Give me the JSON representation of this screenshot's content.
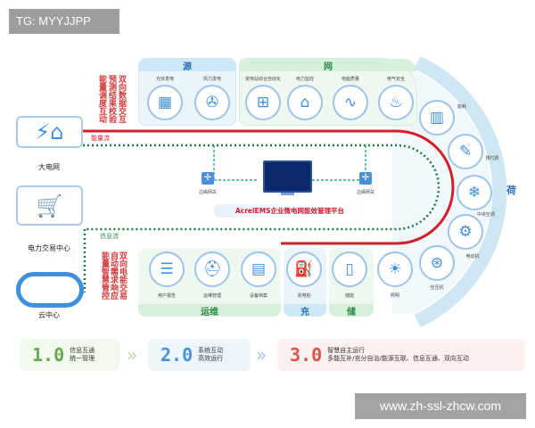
{
  "banner": "TG: MYYJJPP",
  "watermark": "www.zh-ssl-zhcw.com",
  "sections": {
    "source": "源",
    "grid": "网",
    "load": "荷",
    "ops": "运维",
    "charge": "充",
    "storage": "储"
  },
  "source_nodes": [
    {
      "label": "光伏发电",
      "icon": "solar-panel-icon",
      "glyph": "▦"
    },
    {
      "label": "风力发电",
      "icon": "wind-turbine-icon",
      "glyph": "✇"
    }
  ],
  "grid_nodes": [
    {
      "label": "变电站综合自动化",
      "icon": "substation-icon",
      "glyph": "⊞"
    },
    {
      "label": "电力监控",
      "icon": "house-power-icon",
      "glyph": "⌂"
    },
    {
      "label": "电能质量",
      "icon": "waveform-icon",
      "glyph": "∿"
    },
    {
      "label": "电气安全",
      "icon": "fire-icon",
      "glyph": "♨"
    }
  ],
  "load_nodes": [
    {
      "label": "能耗",
      "icon": "building-icon",
      "glyph": "▥"
    },
    {
      "label": "预付费",
      "icon": "card-icon",
      "glyph": "✎"
    },
    {
      "label": "中央空调",
      "icon": "air-conditioner-icon",
      "glyph": "❄"
    },
    {
      "label": "电动机",
      "icon": "motor-icon",
      "glyph": "⚙"
    },
    {
      "label": "空压机",
      "icon": "compressor-icon",
      "glyph": "⊛"
    }
  ],
  "bottom_nodes": [
    {
      "label": "用户报告",
      "icon": "report-icon",
      "glyph": "☰"
    },
    {
      "label": "运维管理",
      "icon": "worker-icon",
      "glyph": "⛑"
    },
    {
      "label": "设备档案",
      "icon": "archive-icon",
      "glyph": "▤"
    },
    {
      "label": "充电桩",
      "icon": "charger-icon",
      "glyph": "⛽"
    },
    {
      "label": "储能",
      "icon": "battery-icon",
      "glyph": "▯"
    },
    {
      "label": "照明",
      "icon": "bulb-icon",
      "glyph": "☀"
    }
  ],
  "left": {
    "grid": "大电网",
    "trade": "电力交易中心",
    "cloud": "云中心"
  },
  "flows": {
    "energy": "能量流",
    "info": "信息流"
  },
  "notes_top": [
    "双向数据交互",
    "预测结果校验",
    "能量调度互动"
  ],
  "notes_bottom": [
    "双向电能交易",
    "自动需求响应",
    "能量智慧管控"
  ],
  "gateway": "边缘网关",
  "platform": "AcrelEMS企业微电网能效管理平台",
  "steps": [
    {
      "num": "1.0",
      "lines": [
        "信息互通",
        "统一管理"
      ]
    },
    {
      "num": "2.0",
      "lines": [
        "系统互动",
        "高效运行"
      ]
    },
    {
      "num": "3.0",
      "lines": [
        "智慧自主运行",
        "多能互补/充分自治/能源互联、信息互通、双向互动"
      ]
    }
  ],
  "colors": {
    "energy": "#d0202a",
    "info": "#1e7a3a",
    "blue": "#3f8fdc",
    "step1": "#6aa84f",
    "step2": "#4a90d9",
    "step3": "#d9534f"
  }
}
